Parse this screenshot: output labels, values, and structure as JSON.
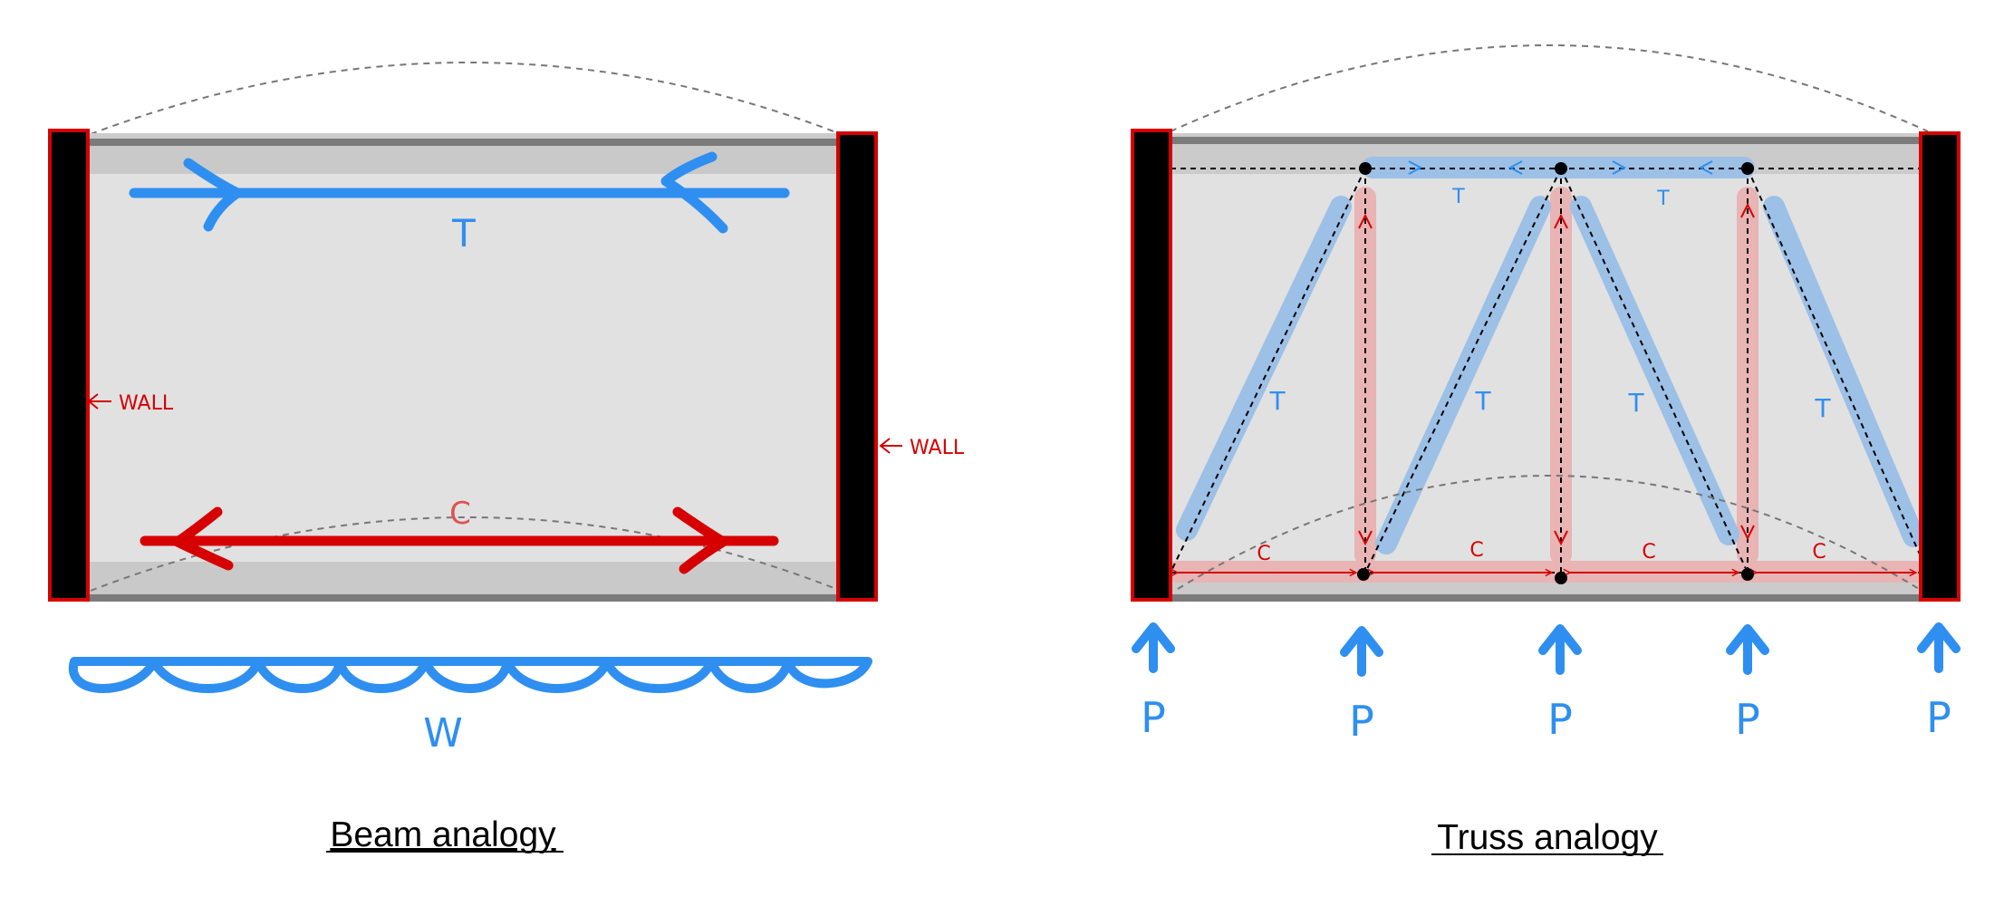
{
  "colors": {
    "tension": "#2f8ff0",
    "tension_band": "#9cc0e6",
    "compression": "#d60000",
    "compression_band": "#e8b4b4",
    "wall": "#000000",
    "wall_outline": "#d60000",
    "beam_fill": "#e1e1e1",
    "beam_edge": "#c6c6c6",
    "beam_line": "#7b7b7b"
  },
  "beam": {
    "caption": "Beam analogy",
    "tension_label": "T",
    "compression_label": "C",
    "wall_left_label": "WALL",
    "wall_right_label": "WALL",
    "load_label": "W"
  },
  "truss": {
    "caption": "Truss analogy",
    "top_chord_labels": [
      "T",
      "T"
    ],
    "diagonal_labels": [
      "T",
      "T",
      "T",
      "T"
    ],
    "bottom_chord_labels": [
      "C",
      "C",
      "C",
      "C"
    ],
    "support_labels": [
      "P",
      "P",
      "P",
      "P",
      "P"
    ]
  }
}
